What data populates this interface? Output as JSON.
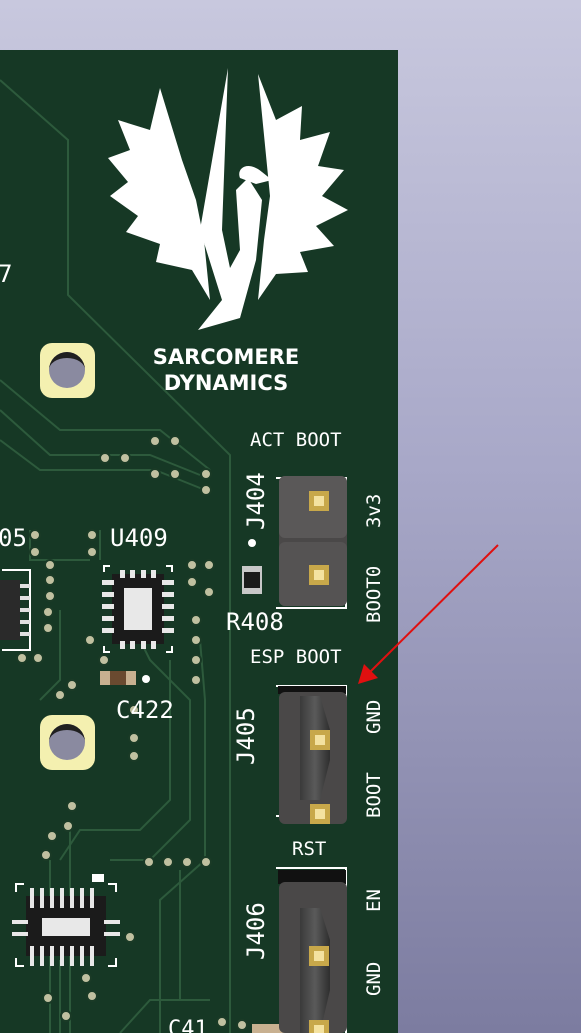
{
  "logo": {
    "line1": "SARCOMERE",
    "line2": "DYNAMICS"
  },
  "silkscreen": {
    "act_boot": "ACT BOOT",
    "esp_boot": "ESP BOOT",
    "j404": "J404",
    "j405": "J405",
    "j406": "J406",
    "r408": "R408",
    "u409": "U409",
    "c422": "C422",
    "c41x": "C41",
    "frag_7": "7",
    "frag_05": "05",
    "pin_3v3": "3v3",
    "pin_boot0": "BOOT0",
    "pin_gnd_1": "GND",
    "pin_boot": "BOOT",
    "pin_rst": "RST",
    "pin_en": "EN",
    "pin_gnd_2": "GND"
  },
  "colors": {
    "board": "#163825",
    "background": "#a8a8c8",
    "silkscreen": "#ffffff",
    "copper_pad": "#c8a84a",
    "annotation_arrow": "#e01010"
  }
}
